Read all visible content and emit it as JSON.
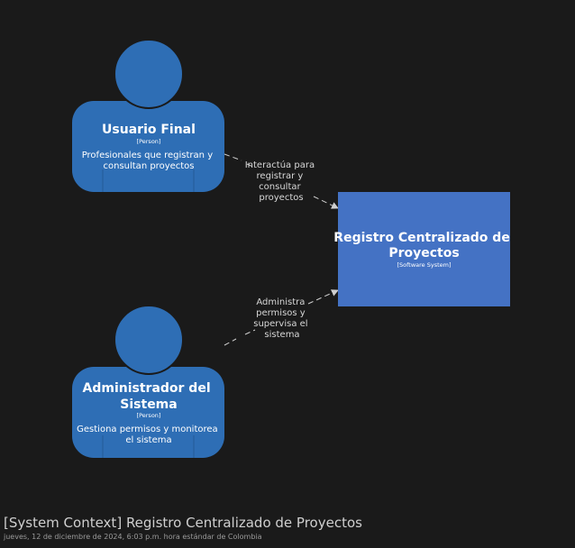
{
  "elements": {
    "user": {
      "name": "Usuario Final",
      "type": "[Person]",
      "description": [
        "Profesionales que registran y",
        "consultan proyectos"
      ]
    },
    "admin": {
      "name": [
        "Administrador del",
        "Sistema"
      ],
      "type": "[Person]",
      "description": [
        "Gestiona permisos y monitorea",
        "el sistema"
      ]
    },
    "system": {
      "name": [
        "Registro Centralizado de",
        "Proyectos"
      ],
      "type": "[Software System]"
    }
  },
  "relationships": {
    "user_to_system": [
      "Interactúa para",
      "registrar y",
      "consultar",
      "proyectos"
    ],
    "admin_to_system": [
      "Administra",
      "permisos y",
      "supervisa el",
      "sistema"
    ]
  },
  "footer": {
    "title": "[System Context] Registro Centralizado de Proyectos",
    "date": "jueves, 12 de diciembre de 2024, 6:03 p.m. hora estándar de Colombia"
  },
  "colors": {
    "background": "#1a1a1a",
    "person": "#2e6eb5",
    "system": "#4472c4",
    "arrow": "#cfcfcf"
  }
}
